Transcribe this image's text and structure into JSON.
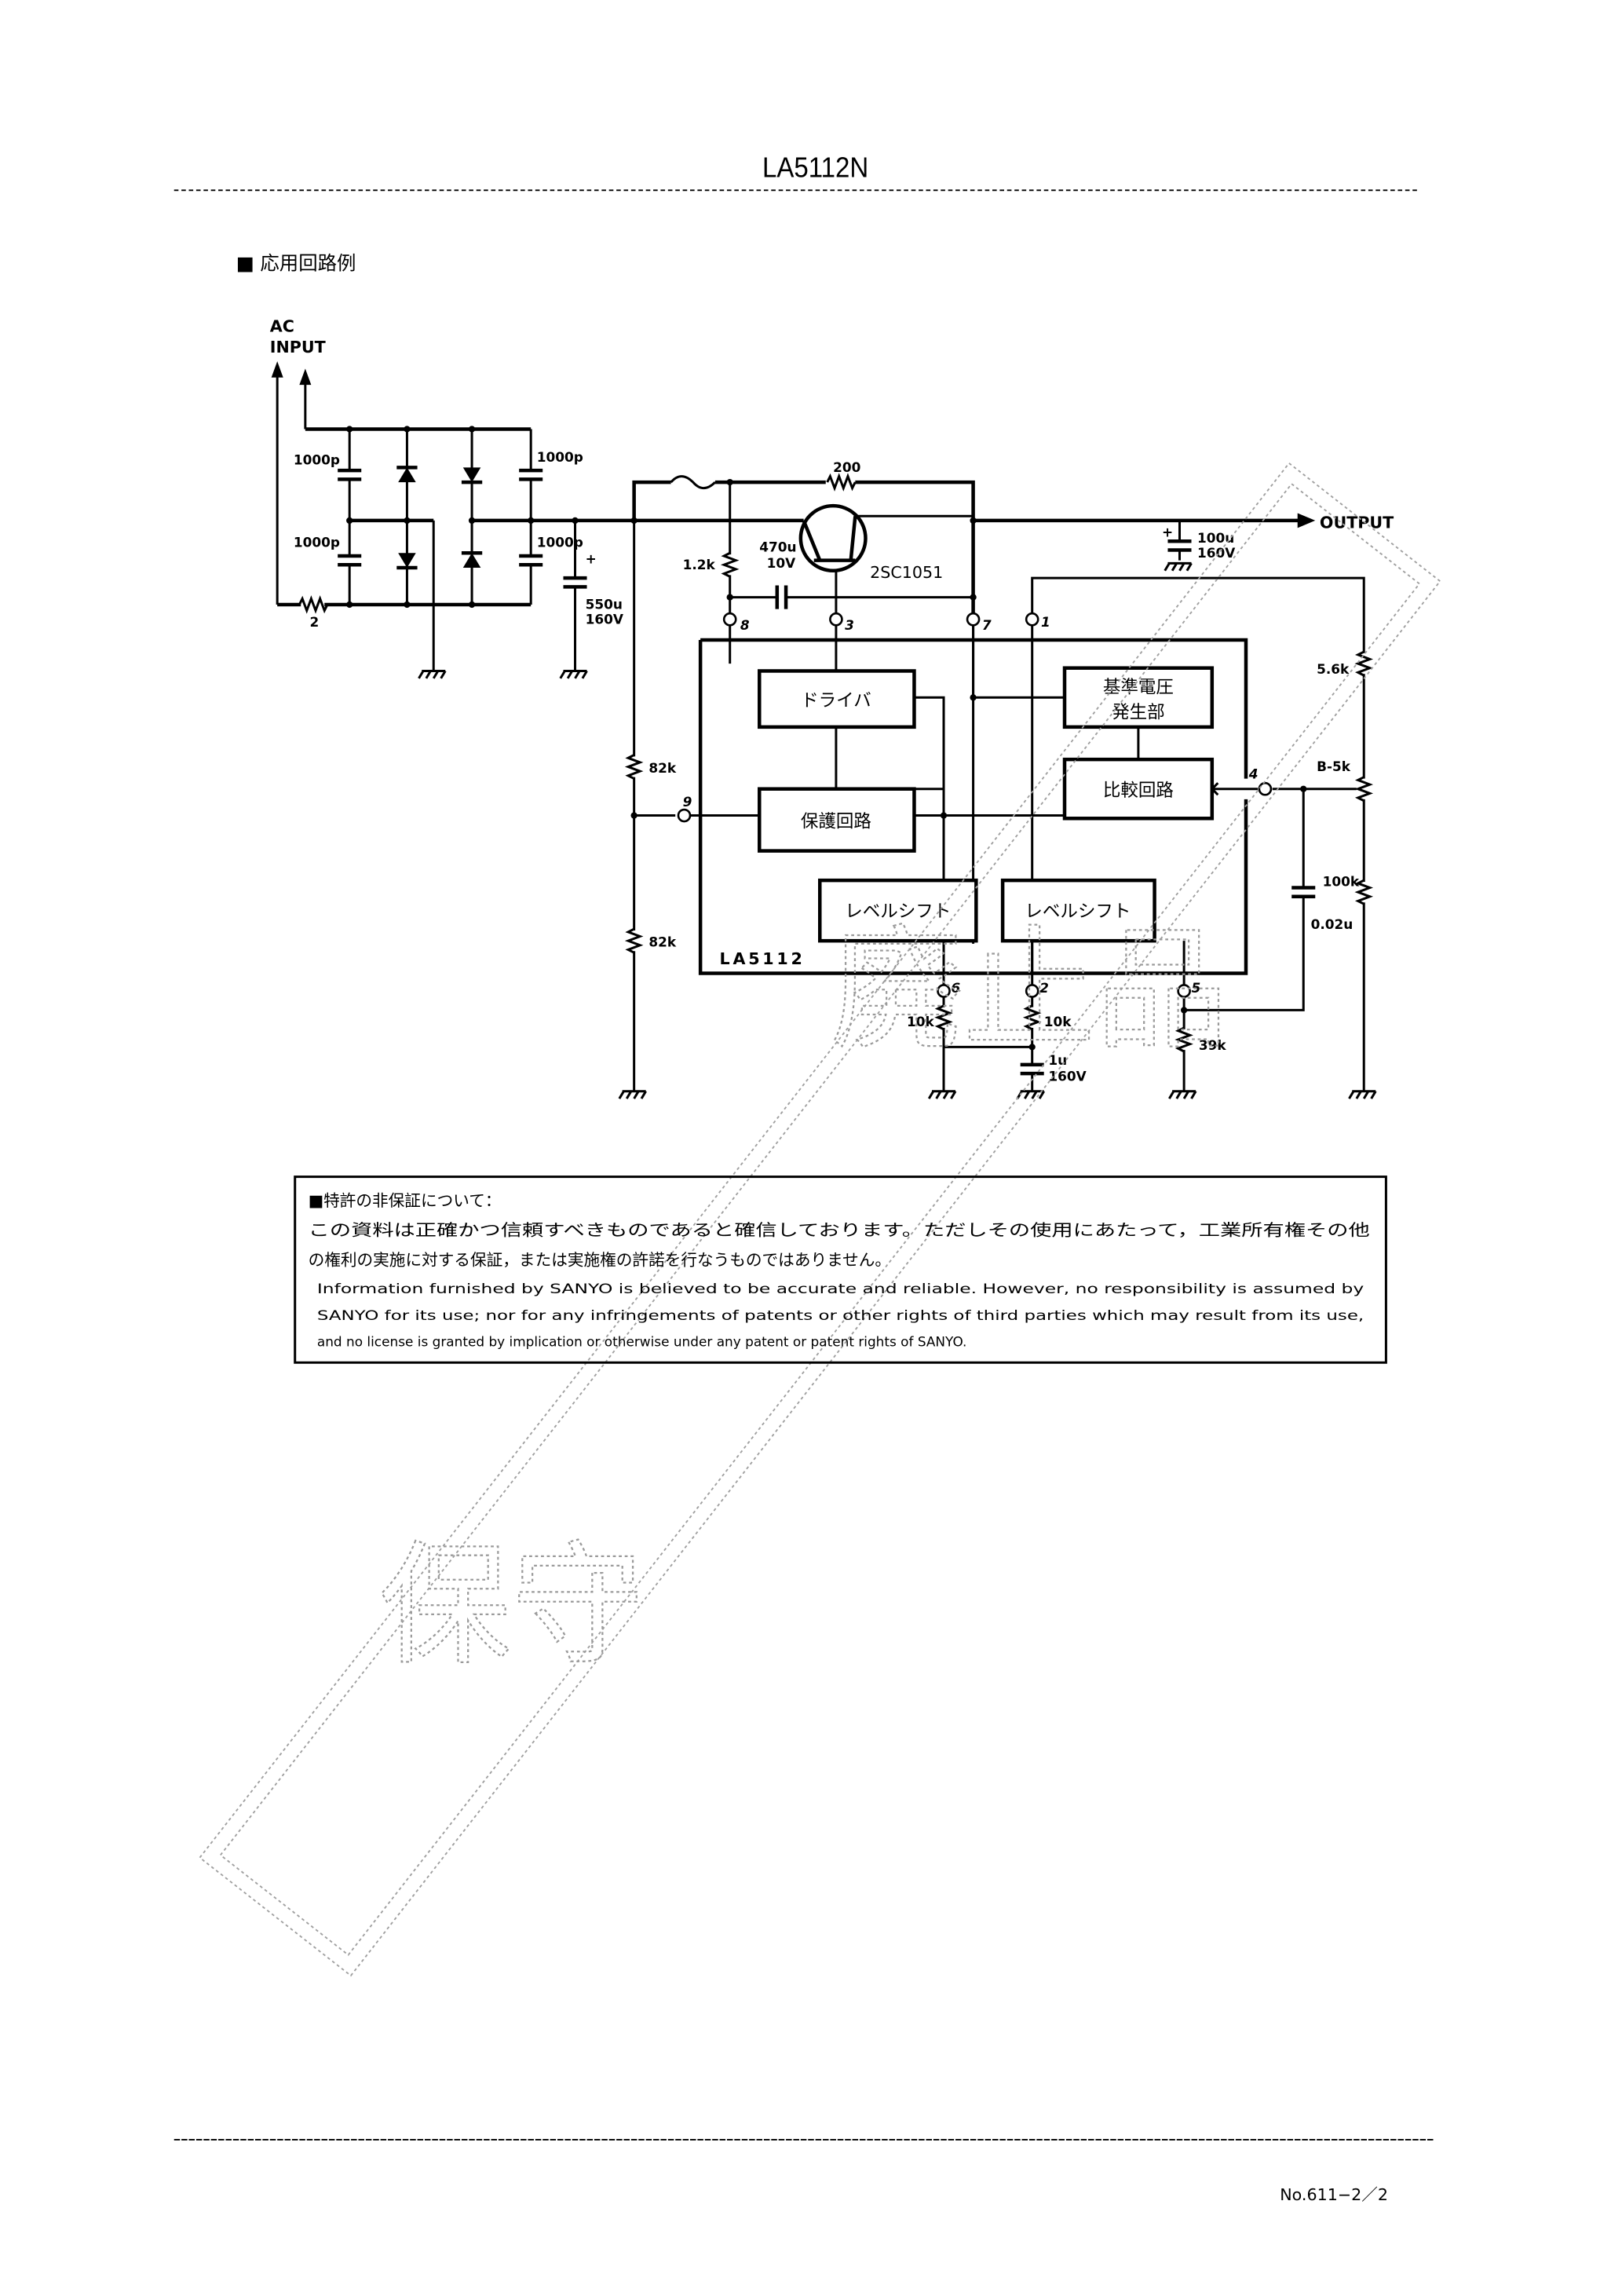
{
  "header": {
    "title": "LA5112N"
  },
  "section": {
    "heading": "■ 応用回路例"
  },
  "circuit": {
    "ac_input_line1": "AC",
    "ac_input_line2": "INPUT",
    "cap_1000p_a": "1000p",
    "cap_1000p_b": "1000p",
    "cap_1000p_c": "1000p",
    "cap_1000p_d": "1000p",
    "res_2": "2",
    "cap_550u": "550u",
    "cap_550u_v": "160V",
    "plus": "+",
    "res_200": "200",
    "res_1_2k": "1.2k",
    "cap_470u": "470u",
    "cap_470u_v": "10V",
    "transistor": "2SC1051",
    "output": "OUTPUT",
    "cap_100u": "100u",
    "cap_100u_v": "160V",
    "res_82k_a": "82k",
    "res_82k_b": "82k",
    "res_5_6k": "5.6k",
    "pot_b5k": "B-5k",
    "res_100k": "100k",
    "cap_0_02u": "0.02u",
    "res_10k_a": "10k",
    "res_10k_b": "10k",
    "cap_1u": "1u",
    "cap_1u_v": "160V",
    "res_39k": "39k",
    "ic_label": "LA5112",
    "pins": {
      "p1": "1",
      "p2": "2",
      "p3": "3",
      "p4": "4",
      "p5": "5",
      "p6": "6",
      "p7": "7",
      "p8": "8",
      "p9": "9"
    },
    "blocks": {
      "driver": "ドライバ",
      "protection": "保護回路",
      "reference_line1": "基準電圧",
      "reference_line2": "発生部",
      "comparator": "比較回路",
      "level_shift_a": "レベルシフト",
      "level_shift_b": "レベルシフト"
    }
  },
  "notice": {
    "heading": "■特許の非保証について：",
    "jp_line1": "この資料は正確かつ信頼すべきものであると確信しております。ただしその使用にあたって，工業所有権その他",
    "jp_line2": "の権利の実施に対する保証，または実施権の許諾を行なうものではありません。",
    "en_line1": "Information furnished by SANYO is believed to be accurate and reliable.  However, no responsibility is assumed by",
    "en_line2": "SANYO for its use; nor for any infringements of patents or other rights of third parties which may result from its use,",
    "en_line3": "and no license is granted by implication or otherwise under any patent or patent rights of SANYO."
  },
  "watermark": {
    "text_top": "廃止品",
    "text_bottom": "保守"
  },
  "footer": {
    "page_number": "No.611−2／2"
  }
}
